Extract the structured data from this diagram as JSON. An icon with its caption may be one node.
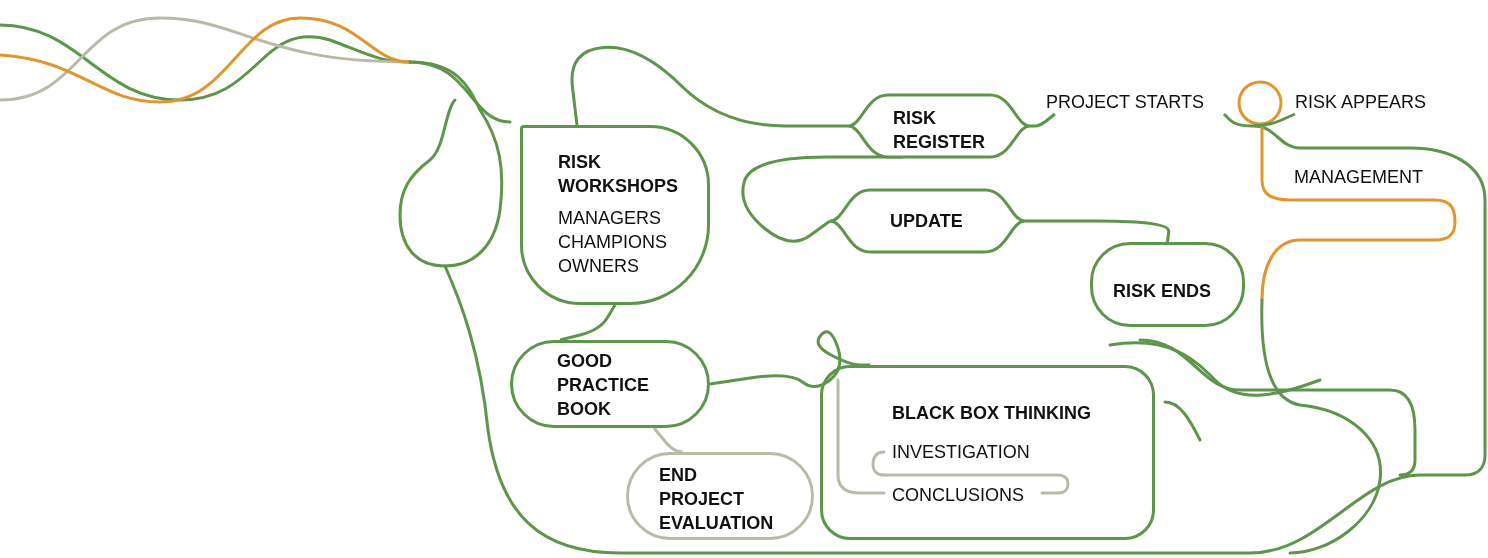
{
  "diagram": {
    "nodes": [
      {
        "text": [
          "RISK REGISTER"
        ]
      },
      {
        "text": [
          "PROJECT STARTS"
        ]
      },
      {
        "text": [
          "RISK APPEARS"
        ]
      },
      {
        "text": [
          "MANAGEMENT"
        ]
      },
      {
        "text": [
          "RISK WORKSHOPS",
          "MANAGERS",
          "CHAMPIONS",
          "OWNERS"
        ]
      },
      {
        "text": [
          "UPDATE"
        ]
      },
      {
        "text": [
          "RISK ENDS"
        ]
      },
      {
        "text": [
          "GOOD PRACTICE BOOK"
        ]
      },
      {
        "text": [
          "END PROJECT EVALUATION"
        ]
      },
      {
        "text": [
          "BLACK BOX THINKING",
          "INVESTIGATION",
          "CONCLUSIONS"
        ]
      }
    ],
    "edges": [
      {
        "from": 0,
        "to": 1,
        "arrow": "none"
      },
      {
        "from": 1,
        "to": 2,
        "arrow": "none"
      },
      {
        "from": 4,
        "to": 0,
        "arrow": "none"
      },
      {
        "from": 0,
        "to": 5,
        "arrow": "none"
      },
      {
        "from": 5,
        "to": 6,
        "arrow": "none"
      },
      {
        "from": 4,
        "to": 7,
        "arrow": "none"
      },
      {
        "from": 7,
        "to": 8,
        "arrow": "none",
        "color": "#b9bba7"
      },
      {
        "from": 7,
        "to": 9,
        "arrow": "none"
      }
    ]
  }
}
